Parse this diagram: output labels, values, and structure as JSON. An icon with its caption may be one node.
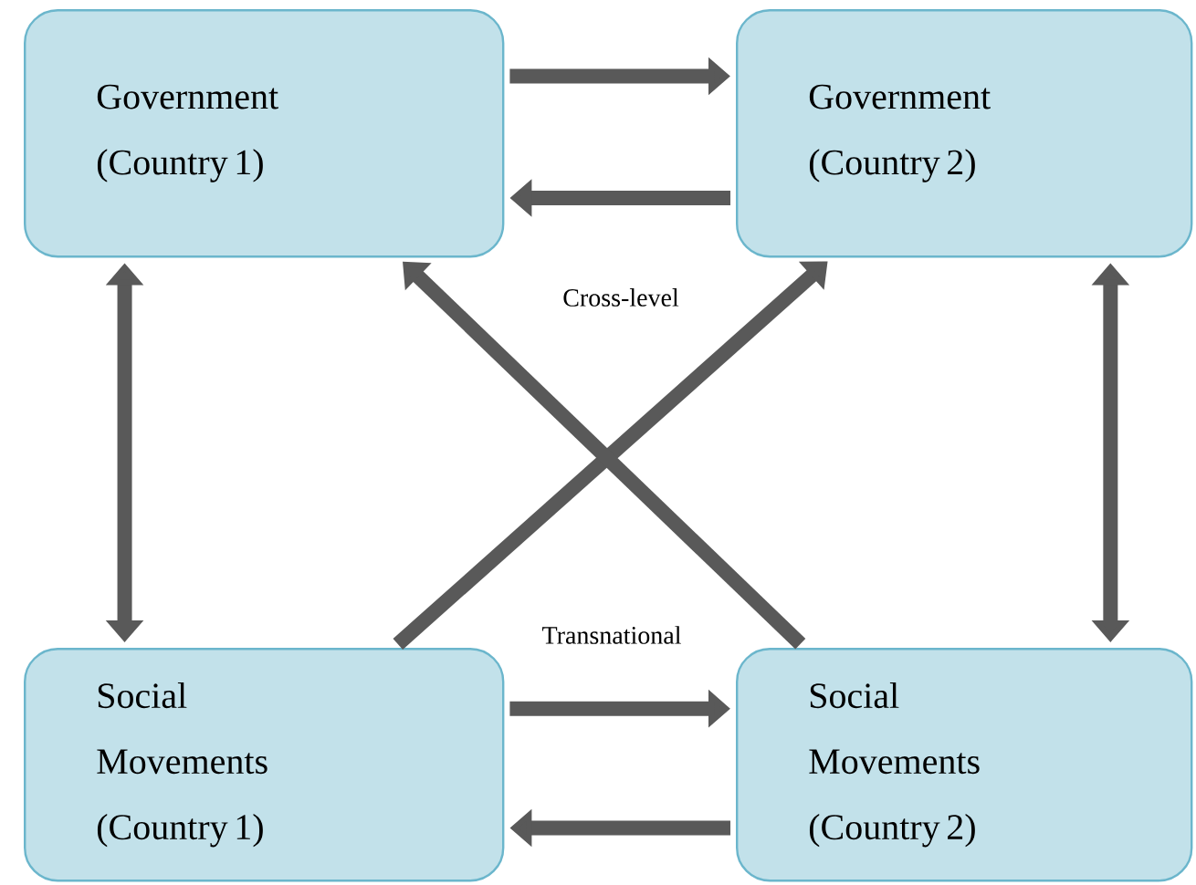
{
  "diagram": {
    "nodes": [
      {
        "text": [
          "Government (Country 1)"
        ]
      },
      {
        "text": [
          "Government (Country 2)"
        ]
      },
      {
        "text": [
          "Social Movements (Country 1)"
        ]
      },
      {
        "text": [
          "Social Movements (Country 2)"
        ]
      }
    ],
    "edges": [
      {
        "from": 0,
        "to": 1,
        "arrow": "to"
      },
      {
        "from": 1,
        "to": 0,
        "arrow": "to"
      },
      {
        "from": 0,
        "to": 2,
        "arrow": "both"
      },
      {
        "from": 1,
        "to": 3,
        "arrow": "both"
      },
      {
        "from": 2,
        "to": 1,
        "arrow": "to"
      },
      {
        "from": 3,
        "to": 0,
        "arrow": "to"
      },
      {
        "from": 2,
        "to": 3,
        "arrow": "to"
      },
      {
        "from": 3,
        "to": 2,
        "arrow": "to"
      }
    ],
    "labels": [
      "Cross-level",
      "Transnational"
    ]
  }
}
